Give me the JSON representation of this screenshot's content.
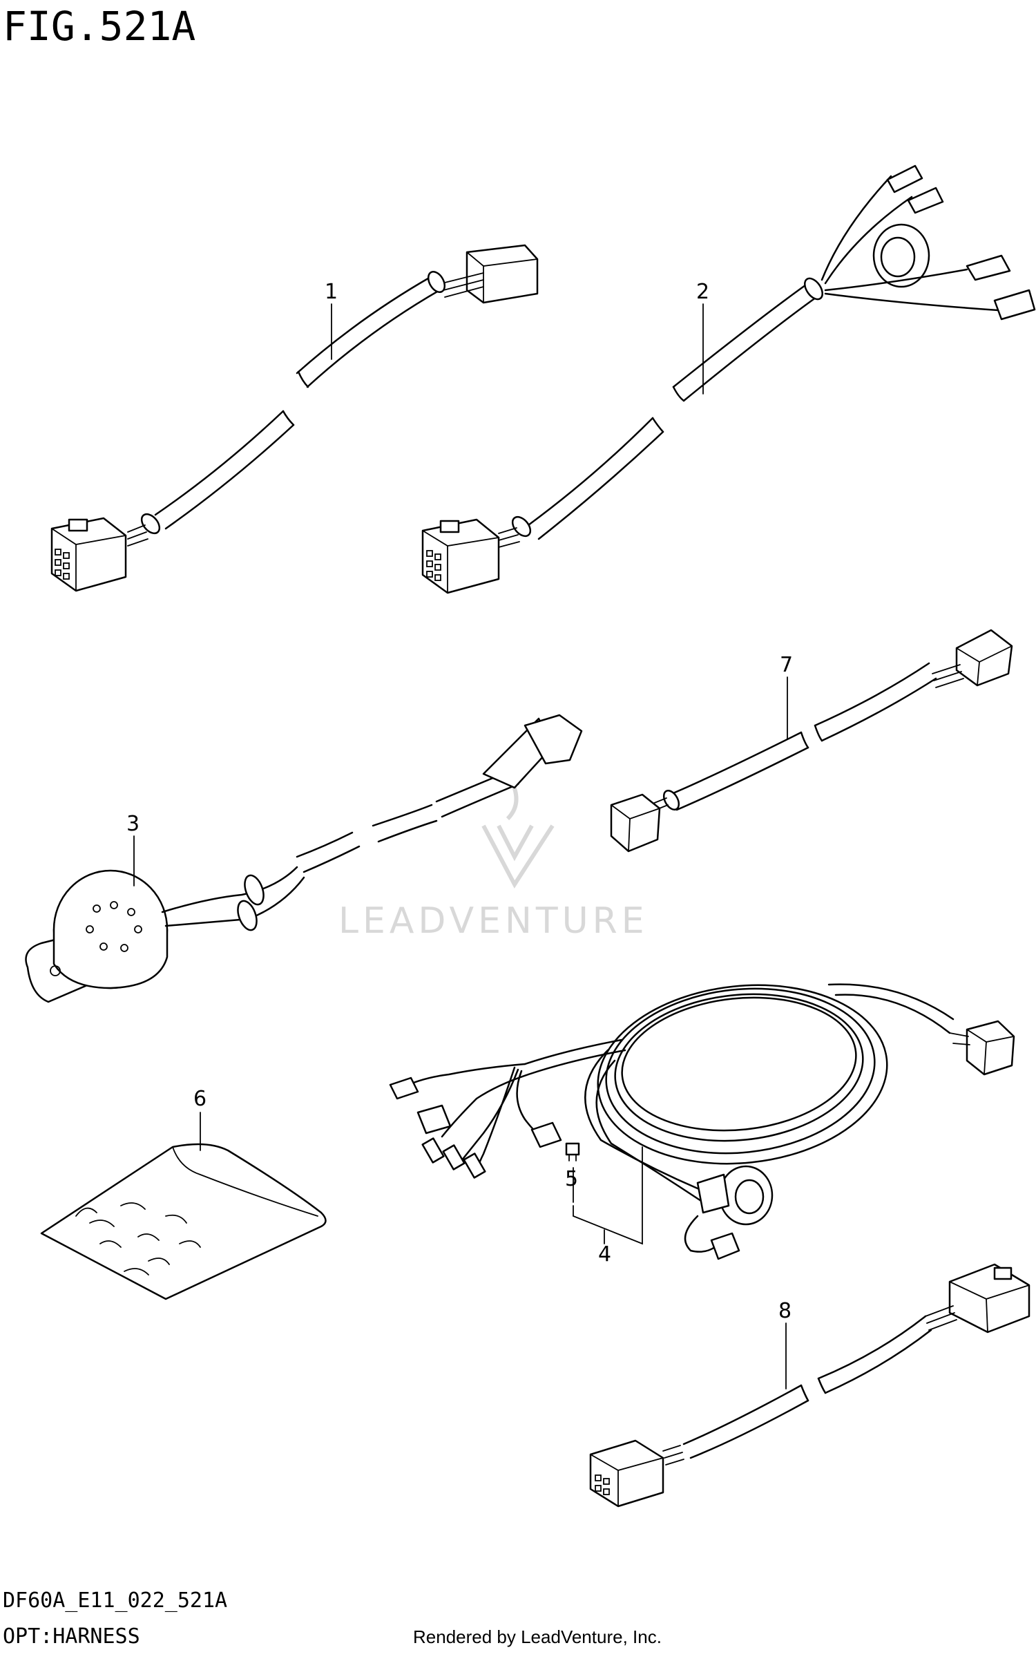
{
  "header": {
    "title": "FIG.521A"
  },
  "footer": {
    "code": "DF60A_E11_022_521A",
    "section": "OPT:HARNESS",
    "rendered_by": "Rendered by LeadVenture, Inc."
  },
  "watermark": {
    "brand": "LEADVENTURE"
  },
  "callouts": [
    {
      "id": "c1",
      "label": "1"
    },
    {
      "id": "c2",
      "label": "2"
    },
    {
      "id": "c3",
      "label": "3"
    },
    {
      "id": "c4",
      "label": "4"
    },
    {
      "id": "c5",
      "label": "5"
    },
    {
      "id": "c6",
      "label": "6"
    },
    {
      "id": "c7",
      "label": "7"
    },
    {
      "id": "c8",
      "label": "8"
    }
  ]
}
